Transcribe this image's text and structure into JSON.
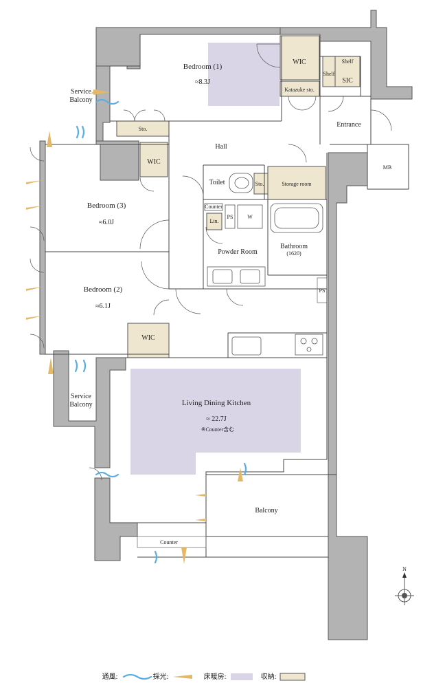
{
  "rooms": {
    "bedroom1": {
      "name": "Bedroom (1)",
      "area": "≈8.3J"
    },
    "bedroom2": {
      "name": "Bedroom (2)",
      "area": "≈6.1J"
    },
    "bedroom3": {
      "name": "Bedroom (3)",
      "area": "≈6.0J"
    },
    "ldk": {
      "name": "Living Dining Kitchen",
      "area": "≈ 22.7J",
      "note": "※Counter含む"
    },
    "hall": "Hall",
    "entrance": "Entrance",
    "toilet": "Toilet",
    "powder": "Powder Room",
    "bathroom": "Bathroom",
    "bath_size": "(1620)",
    "balcony": "Balcony",
    "service_balcony_top": [
      "Service",
      "Balcony"
    ],
    "service_balcony_bottom": [
      "Service",
      "Balcony"
    ]
  },
  "storage": {
    "wic_bed1": "WIC",
    "wic_bed3": "WIC",
    "wic_bed2": "WIC",
    "shelf1": "Shelf",
    "shelf2": "Shelf",
    "sic": "SIC",
    "katazuke": "Katazuke sto.",
    "sto_bed1": "Sto.",
    "sto_toilet": "Sto.",
    "storage_room": "Storage room",
    "lin": "Lin."
  },
  "fixtures": {
    "counter_toilet": "Counter",
    "ps1": "PS",
    "ps2": "PS",
    "w": "W",
    "mb": "MB",
    "counter_ldk": "Counter"
  },
  "compass": {
    "north": "N"
  },
  "legend": {
    "ventilation": "通風:",
    "lighting": "採光:",
    "floor_heating": "床暖房:",
    "storage": "収納:"
  },
  "colors": {
    "wall": "#b3b3b3",
    "storage": "#efe6cf",
    "floor_heating": "#d9d5e6",
    "ventilation": "#5aaee0",
    "lighting": "#e3b867"
  }
}
